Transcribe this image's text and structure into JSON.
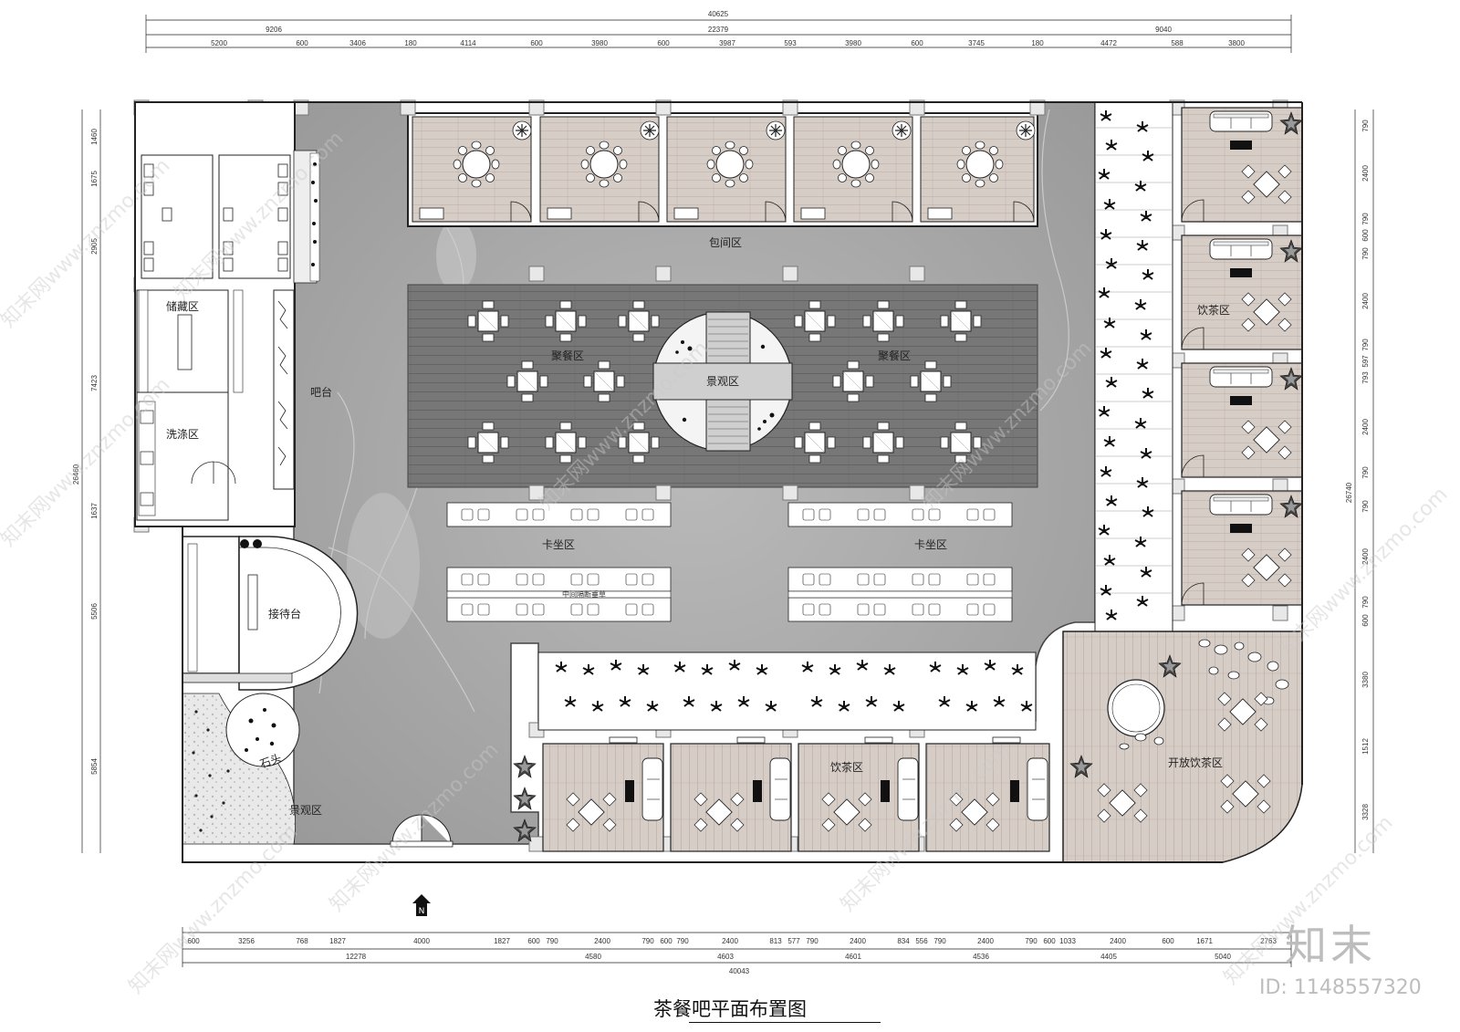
{
  "title": "茶餐吧平面布置图",
  "labels": {
    "baojian": "包间区",
    "juccan_l": "聚餐区",
    "juccan_r": "聚餐区",
    "jingguan_c": "景观区",
    "kazuo_l": "卡坐区",
    "kazuo_r": "卡坐区",
    "zhongjian": "中间隔断垂草",
    "chucang": "储藏区",
    "xidi": "洗涤区",
    "batai": "吧台",
    "jiedai": "接待台",
    "shitou": "石头",
    "jingguan_w": "景观区",
    "yincha_r": "饮茶区",
    "yincha_b": "饮茶区",
    "kaifang": "开放饮茶区"
  },
  "dims": {
    "top_total": "40625",
    "top_mid": [
      "9206",
      "22379",
      "9040"
    ],
    "top_detail": [
      "5200",
      "600",
      "3406",
      "180",
      "4114",
      "600",
      "3980",
      "600",
      "3987",
      "593",
      "3980",
      "600",
      "3745",
      "180",
      "4472",
      "588",
      "3800"
    ],
    "bottom_detail": [
      "600",
      "3256",
      "768",
      "1827",
      "4000",
      "1827",
      "600",
      "790",
      "2400",
      "790",
      "600",
      "790",
      "2400",
      "813",
      "577",
      "790",
      "2400",
      "834",
      "556",
      "790",
      "2400",
      "790",
      "600",
      "1033",
      "2400",
      "600",
      "1671",
      "2763"
    ],
    "bottom_mid": [
      "12278",
      "4580",
      "4603",
      "4601",
      "4536",
      "4405",
      "5040"
    ],
    "bottom_total": "40043",
    "left_detail": [
      "1460",
      "1675",
      "2905",
      "7423",
      "1637",
      "5506",
      "5854"
    ],
    "left_total": "26460",
    "right_detail": [
      "790",
      "2400",
      "790",
      "600",
      "790",
      "2400",
      "790",
      "597",
      "793",
      "2400",
      "790",
      "790",
      "2400",
      "790",
      "600",
      "3380",
      "1512",
      "3328"
    ],
    "right_total": "26740"
  },
  "watermarks": [
    "知末网www.znzmo.com"
  ],
  "logo": "知末",
  "id_text": "ID: 1148557320",
  "colors": {
    "marble": "#a8a8a8",
    "wood": "#d6ccc6",
    "dark_floor": "#737373",
    "wall": "#8f8f8f",
    "line": "#222222"
  }
}
